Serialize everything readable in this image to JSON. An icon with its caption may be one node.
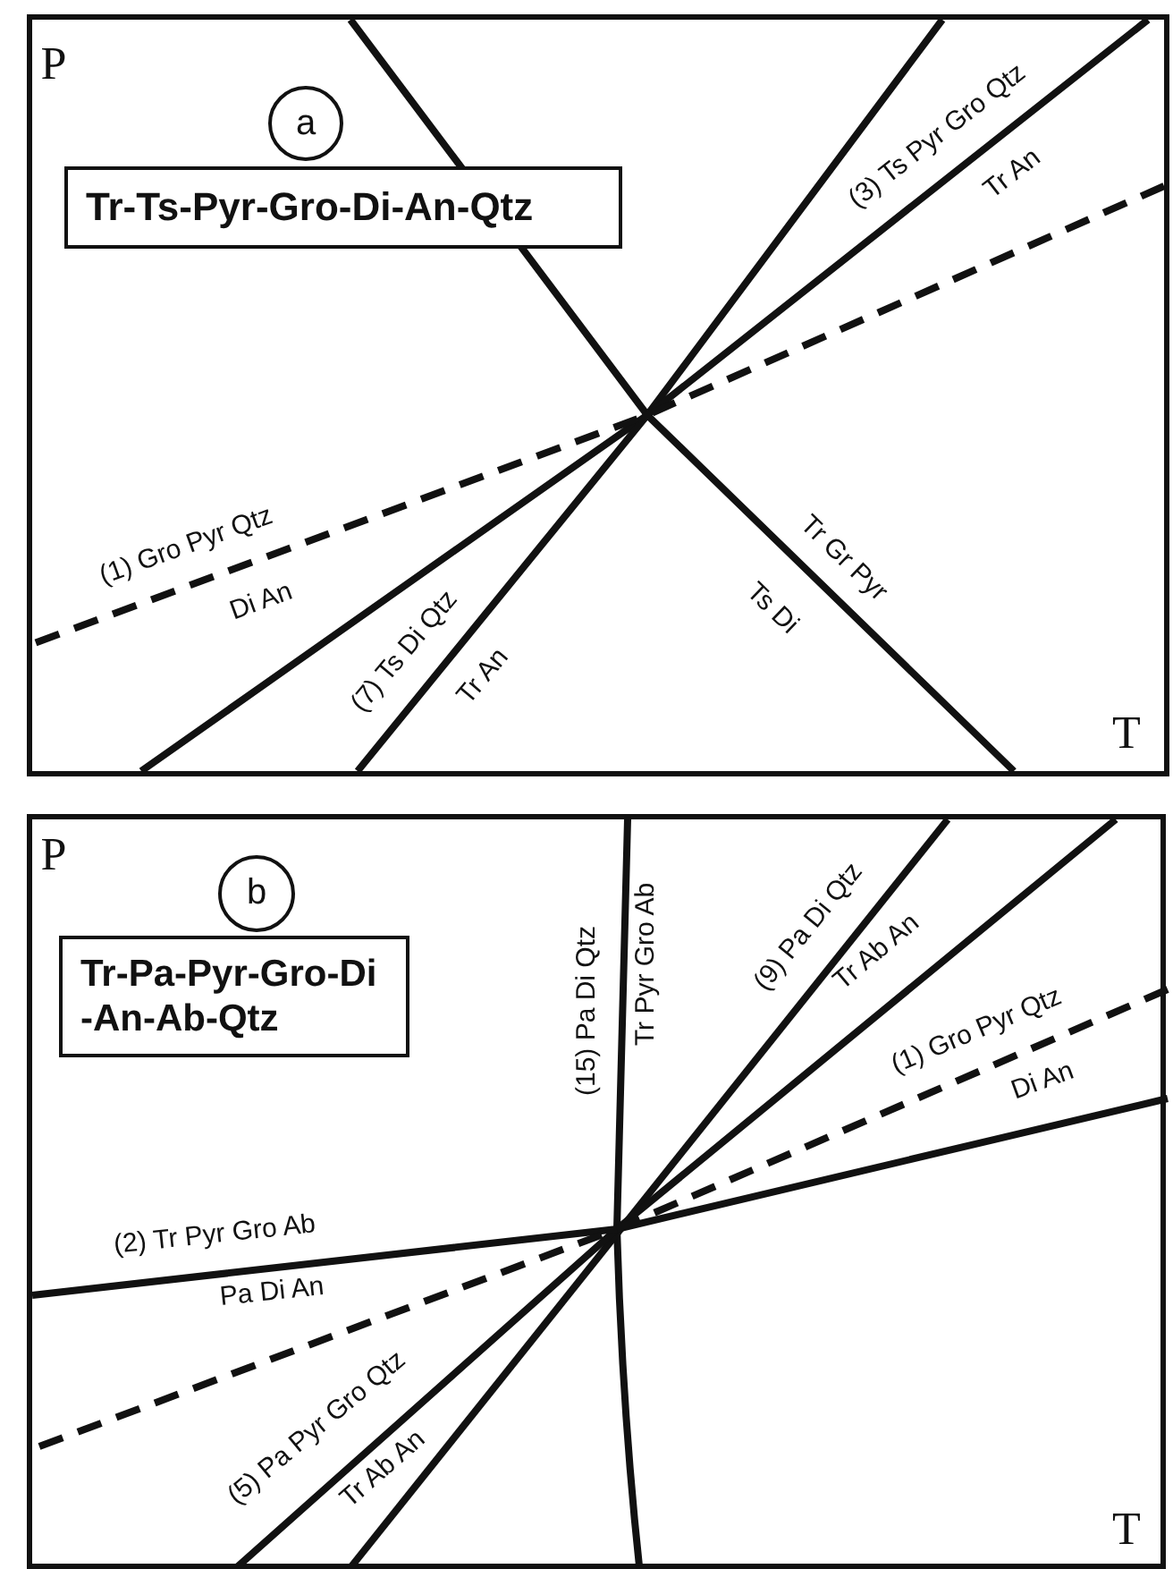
{
  "diagram": {
    "nodes": [
      {
        "text": [],
        "shape": "box"
      },
      {
        "text": [
          "a"
        ],
        "in": 0
      },
      {
        "text": [
          "Tr-Ts-Pyr-Gro-Di-An-Qtz"
        ],
        "in": 0
      },
      {
        "text": [],
        "shape": "box"
      },
      {
        "text": [
          "b"
        ],
        "in": 3
      },
      {
        "text": [
          "Tr-Pa-Pyr-Gro-Di -An-Ab-Qtz"
        ],
        "in": 3
      }
    ],
    "labels": [
      "P",
      "(3) Ts Pyr Gro Qtz",
      "Tr An",
      "(1)  Gro Pyr Qtz",
      "Di An",
      "(7) Ts Di Qtz",
      "Tr An",
      "Tr Gr Pyr",
      "Ts Di",
      "T",
      "P",
      "(15)  Pa Di Qtz",
      "Tr Pyr Gro Ab",
      "(9) Pa Di Qtz",
      "Tr Ab An",
      "(1) Gro Pyr Qtz",
      "Di An",
      "(2)  Tr Pyr Gro Ab",
      "Pa Di An",
      "(5) Pa Pyr Gro Qtz",
      "Tr Ab An",
      "T"
    ]
  }
}
